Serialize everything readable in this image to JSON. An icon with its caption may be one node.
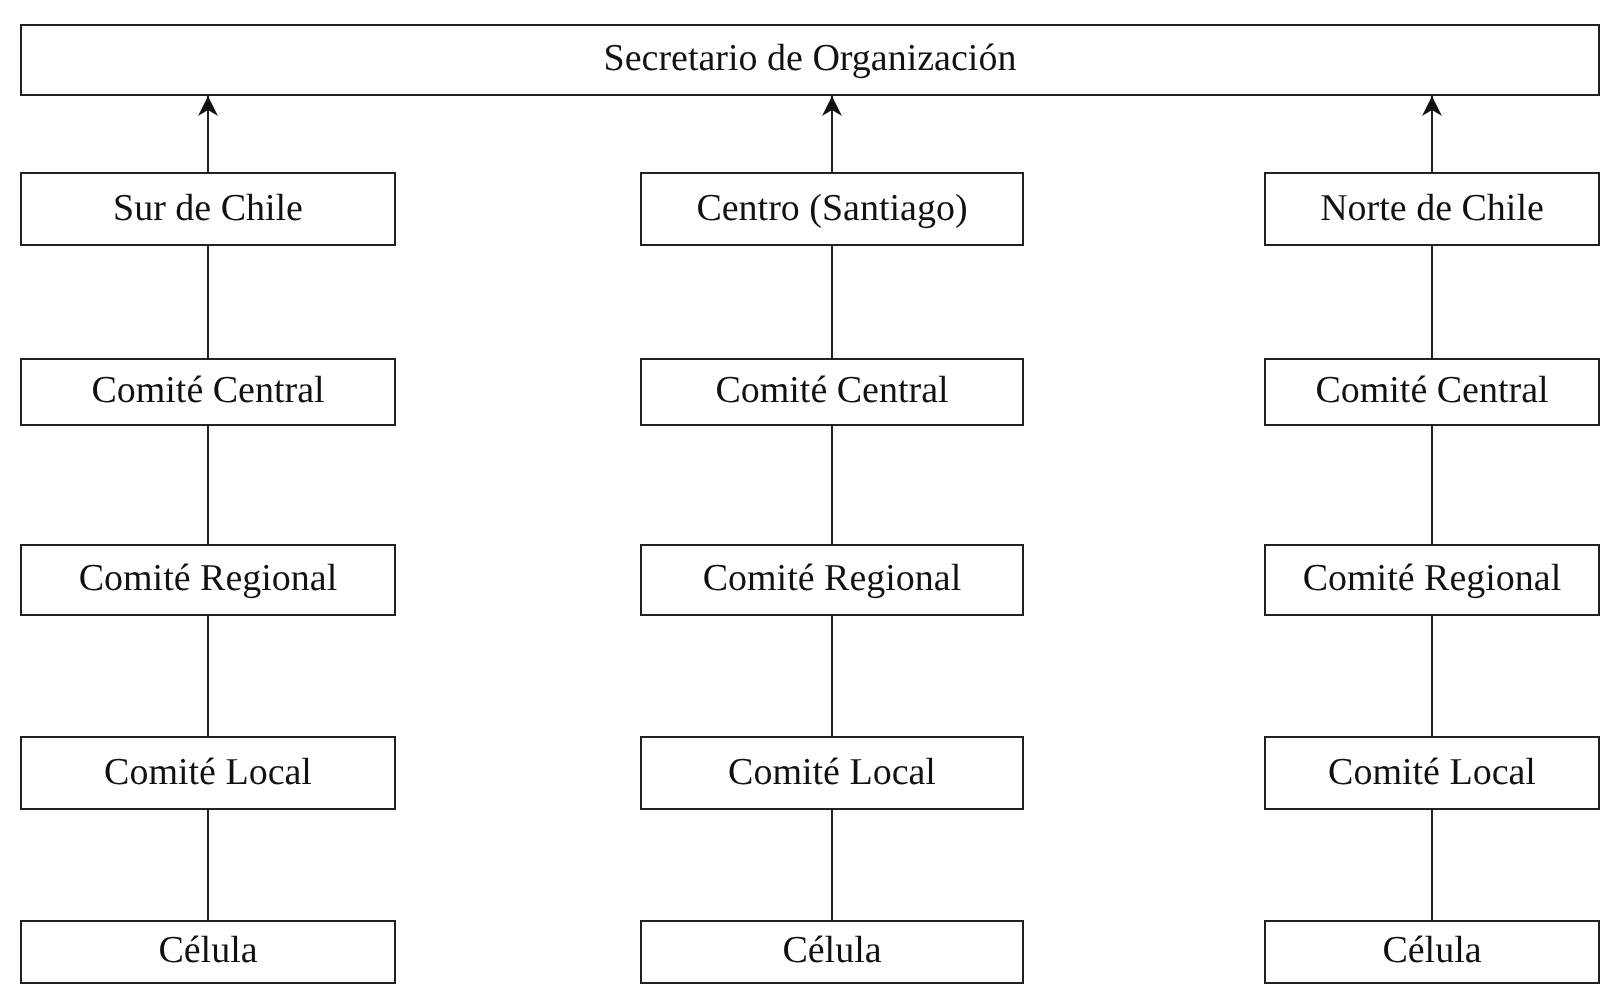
{
  "diagram": {
    "nodes": [
      {
        "text": [
          "Secretario de Organización"
        ]
      },
      {
        "text": [
          "Sur de Chile"
        ]
      },
      {
        "text": [
          "Centro (Santiago)"
        ]
      },
      {
        "text": [
          "Norte de Chile"
        ]
      },
      {
        "text": [
          "Comité Central"
        ]
      },
      {
        "text": [
          "Comité Central"
        ]
      },
      {
        "text": [
          "Comité Central"
        ]
      },
      {
        "text": [
          "Comité Regional"
        ]
      },
      {
        "text": [
          "Comité Regional"
        ]
      },
      {
        "text": [
          "Comité Regional"
        ]
      },
      {
        "text": [
          "Comité Local"
        ]
      },
      {
        "text": [
          "Comité Local"
        ]
      },
      {
        "text": [
          "Comité Local"
        ]
      },
      {
        "text": [
          "Célula"
        ]
      },
      {
        "text": [
          "Célula"
        ]
      },
      {
        "text": [
          "Célula"
        ]
      }
    ],
    "edges": [
      {
        "from": 1,
        "to": 0,
        "arrow": "to"
      },
      {
        "from": 2,
        "to": 0,
        "arrow": "to"
      },
      {
        "from": 3,
        "to": 0,
        "arrow": "to"
      },
      {
        "from": 1,
        "to": 4,
        "arrow": "none"
      },
      {
        "from": 2,
        "to": 5,
        "arrow": "none"
      },
      {
        "from": 3,
        "to": 6,
        "arrow": "none"
      },
      {
        "from": 4,
        "to": 7,
        "arrow": "none"
      },
      {
        "from": 5,
        "to": 8,
        "arrow": "none"
      },
      {
        "from": 6,
        "to": 9,
        "arrow": "none"
      },
      {
        "from": 7,
        "to": 10,
        "arrow": "none"
      },
      {
        "from": 8,
        "to": 11,
        "arrow": "none"
      },
      {
        "from": 9,
        "to": 12,
        "arrow": "none"
      },
      {
        "from": 10,
        "to": 13,
        "arrow": "none"
      },
      {
        "from": 11,
        "to": 14,
        "arrow": "none"
      },
      {
        "from": 12,
        "to": 15,
        "arrow": "none"
      }
    ]
  }
}
